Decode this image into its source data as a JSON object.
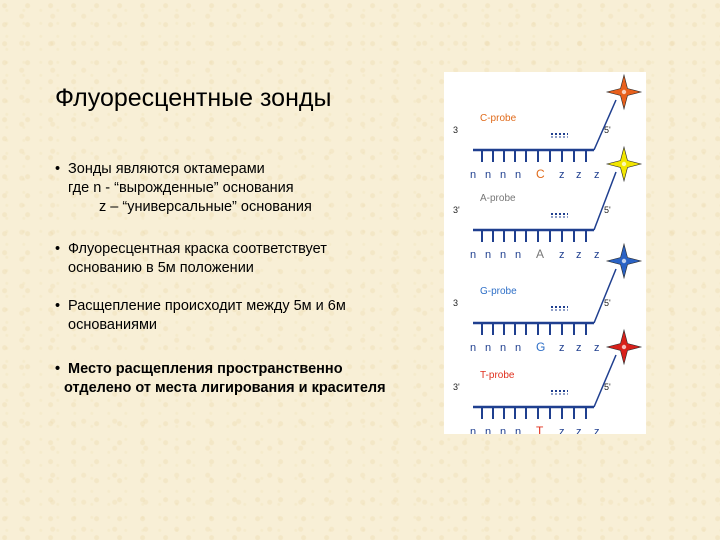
{
  "slide": {
    "title": "Флуоресцентные зонды",
    "bullets": [
      {
        "lines": [
          "Зонды являются октамерами",
          "где n - “вырожденные” основания",
          "z – “универсальные” основания"
        ]
      },
      {
        "lines": [
          "Флуоресцентная краска соответствует",
          "основанию в 5м положении"
        ]
      },
      {
        "lines": [
          "Расщепление происходит между 5м и 6м",
          "основаниями"
        ]
      },
      {
        "lines": [
          "Место расщепления пространственно",
          "отделено от места лигирования и красителя"
        ]
      }
    ],
    "bullet_symbol": "•"
  },
  "diagram": {
    "probes": [
      {
        "name": "C-probe",
        "letter": "C",
        "color": "#e06a1a",
        "star_color": "#e8601c",
        "end3": "3",
        "end5": "5'",
        "seq": [
          "n",
          "n",
          "n",
          "n",
          "C",
          "z",
          "z",
          "z"
        ]
      },
      {
        "name": "A-probe",
        "letter": "A",
        "color": "#777777",
        "star_color": "#f2e600",
        "end3": "3'",
        "end5": "5'",
        "seq": [
          "n",
          "n",
          "n",
          "n",
          "A",
          "z",
          "z",
          "z"
        ]
      },
      {
        "name": "G-probe",
        "letter": "G",
        "color": "#2e6fc7",
        "star_color": "#2a62c4",
        "end3": "3",
        "end5": "5'",
        "seq": [
          "n",
          "n",
          "n",
          "n",
          "G",
          "z",
          "z",
          "z"
        ]
      },
      {
        "name": "T-probe",
        "letter": "T",
        "color": "#e0301e",
        "star_color": "#d8201a",
        "end3": "3'",
        "end5": "5'",
        "seq": [
          "n",
          "n",
          "n",
          "n",
          "T",
          "z",
          "z",
          "z"
        ]
      }
    ],
    "strand_color": "#1f3f8f",
    "text_color": "#1f3f8f"
  }
}
